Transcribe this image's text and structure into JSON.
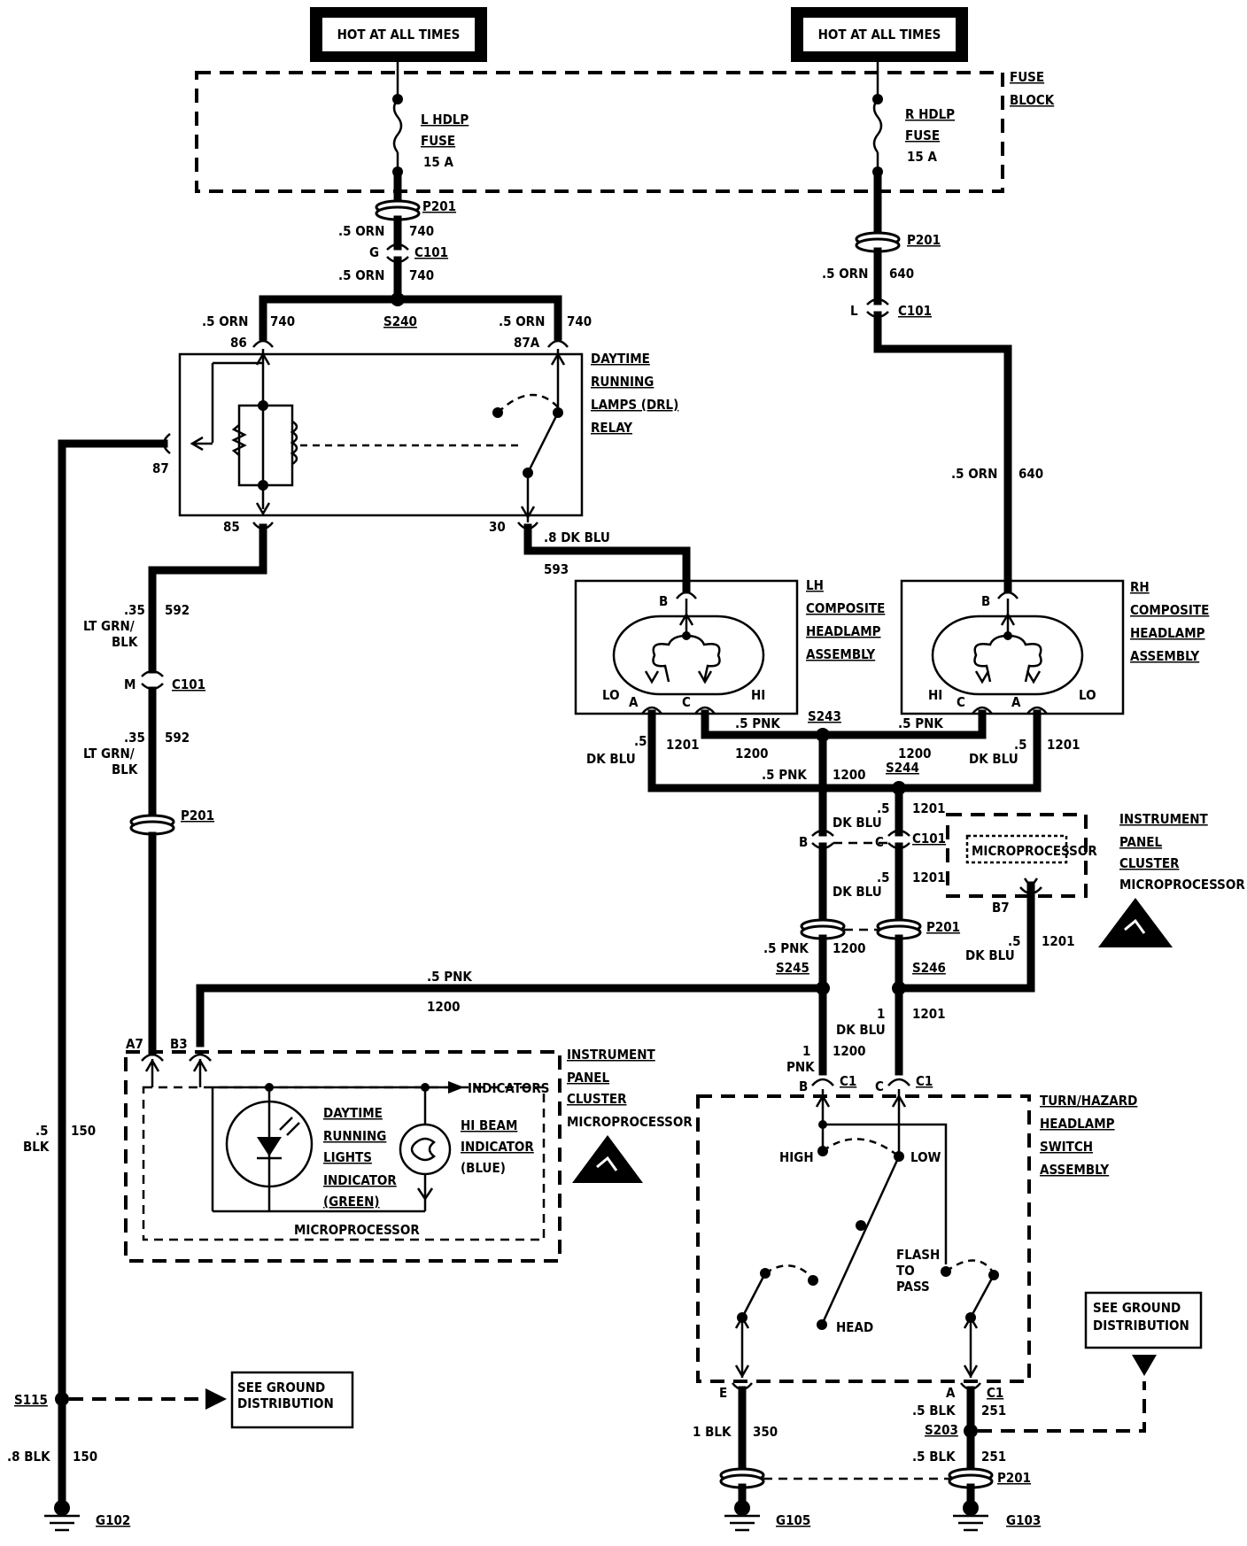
{
  "hot_left": "HOT AT ALL TIMES",
  "hot_right": "HOT AT ALL TIMES",
  "fuse_block": [
    "FUSE",
    "BLOCK"
  ],
  "fuse_left": [
    "L HDLP",
    "FUSE",
    "15 A"
  ],
  "fuse_right": [
    "R HDLP",
    "FUSE",
    "15 A"
  ],
  "connectors": {
    "p201": "P201",
    "c101": "C101",
    "s240": "S240",
    "s243": "S243",
    "s244": "S244",
    "s245": "S245",
    "s246": "S246",
    "s115": "S115",
    "s203": "S203",
    "g102": "G102",
    "g105": "G105",
    "g103": "G103",
    "c1": "C1"
  },
  "pins": {
    "g": "G",
    "l": "L",
    "m": "M",
    "p86": "86",
    "p87a": "87A",
    "p87": "87",
    "p85": "85",
    "p30": "30",
    "b": "B",
    "a": "A",
    "c": "C",
    "b7": "B7",
    "a7": "A7",
    "b3": "B3",
    "e": "E",
    "lo": "LO",
    "hi": "HI"
  },
  "wires": {
    "orn5": ".5 ORN",
    "c740": "740",
    "c640": "640",
    "dkblu8": ".8 DK BLU",
    "c593": "593",
    "c592": "592",
    "ltgrn1": ".35",
    "ltgrn2": "LT GRN/",
    "ltgrn3": "BLK",
    "pnk5": ".5 PNK",
    "c1200": "1200",
    "c1201": "1201",
    "dk5": ".5",
    "dkblu": "DK BLU",
    "one": "1",
    "pnk": "PNK",
    "blk5a": ".5",
    "blk": "BLK",
    "c150": "150",
    "blk8": ".8 BLK",
    "blk1": "1 BLK",
    "c350": "350",
    "blk5": ".5 BLK",
    "c251": "251"
  },
  "drl_relay": [
    "DAYTIME",
    "RUNNING",
    "LAMPS (DRL)",
    "RELAY"
  ],
  "lh_headlamp": [
    "LH",
    "COMPOSITE",
    "HEADLAMP",
    "ASSEMBLY"
  ],
  "rh_headlamp": [
    "RH",
    "COMPOSITE",
    "HEADLAMP",
    "ASSEMBLY"
  ],
  "ipc_right": [
    "INSTRUMENT",
    "PANEL",
    "CLUSTER",
    "MICROPROCESSOR"
  ],
  "ipc_right_inner": "MICROPROCESSOR",
  "ipc_left": [
    "INSTRUMENT",
    "PANEL",
    "CLUSTER",
    "MICROPROCESSOR"
  ],
  "ipc_left_inner": "MICROPROCESSOR",
  "indicators": "INDICATORS",
  "drl_indicator": [
    "DAYTIME",
    "RUNNING",
    "LIGHTS",
    "INDICATOR",
    "(GREEN)"
  ],
  "hibeam_indicator": [
    "HI BEAM",
    "INDICATOR",
    "(BLUE)"
  ],
  "switch": [
    "TURN/HAZARD",
    "HEADLAMP",
    "SWITCH",
    "ASSEMBLY"
  ],
  "switch_pos": {
    "high": "HIGH",
    "low": "LOW",
    "head": "HEAD",
    "flash": [
      "FLASH",
      "TO",
      "PASS"
    ]
  },
  "ground_dist_left": [
    "SEE GROUND",
    "DISTRIBUTION"
  ],
  "ground_dist_right": [
    "SEE GROUND",
    "DISTRIBUTION"
  ]
}
